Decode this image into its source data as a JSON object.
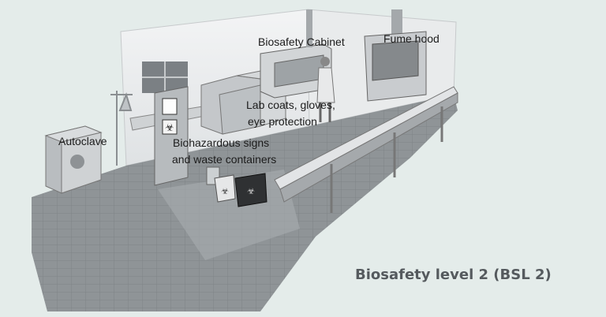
{
  "labels": {
    "biosafety_cabinet": "Biosafety Cabinet",
    "fume_hood": "Fume hood",
    "lab_coats_line1": "Lab coats, gloves,",
    "lab_coats_line2": "eye protection",
    "autoclave": "Autoclave",
    "biohazard_line1": "Biohazardous signs",
    "biohazard_line2": "and waste containers"
  },
  "title": "Biosafety level 2 (BSL 2)",
  "colors": {
    "background": "#e4ecea",
    "floor": "#8f9497",
    "wall": "#eceeef",
    "equipment": "#c9cccf",
    "title_text": "#555a5e"
  }
}
